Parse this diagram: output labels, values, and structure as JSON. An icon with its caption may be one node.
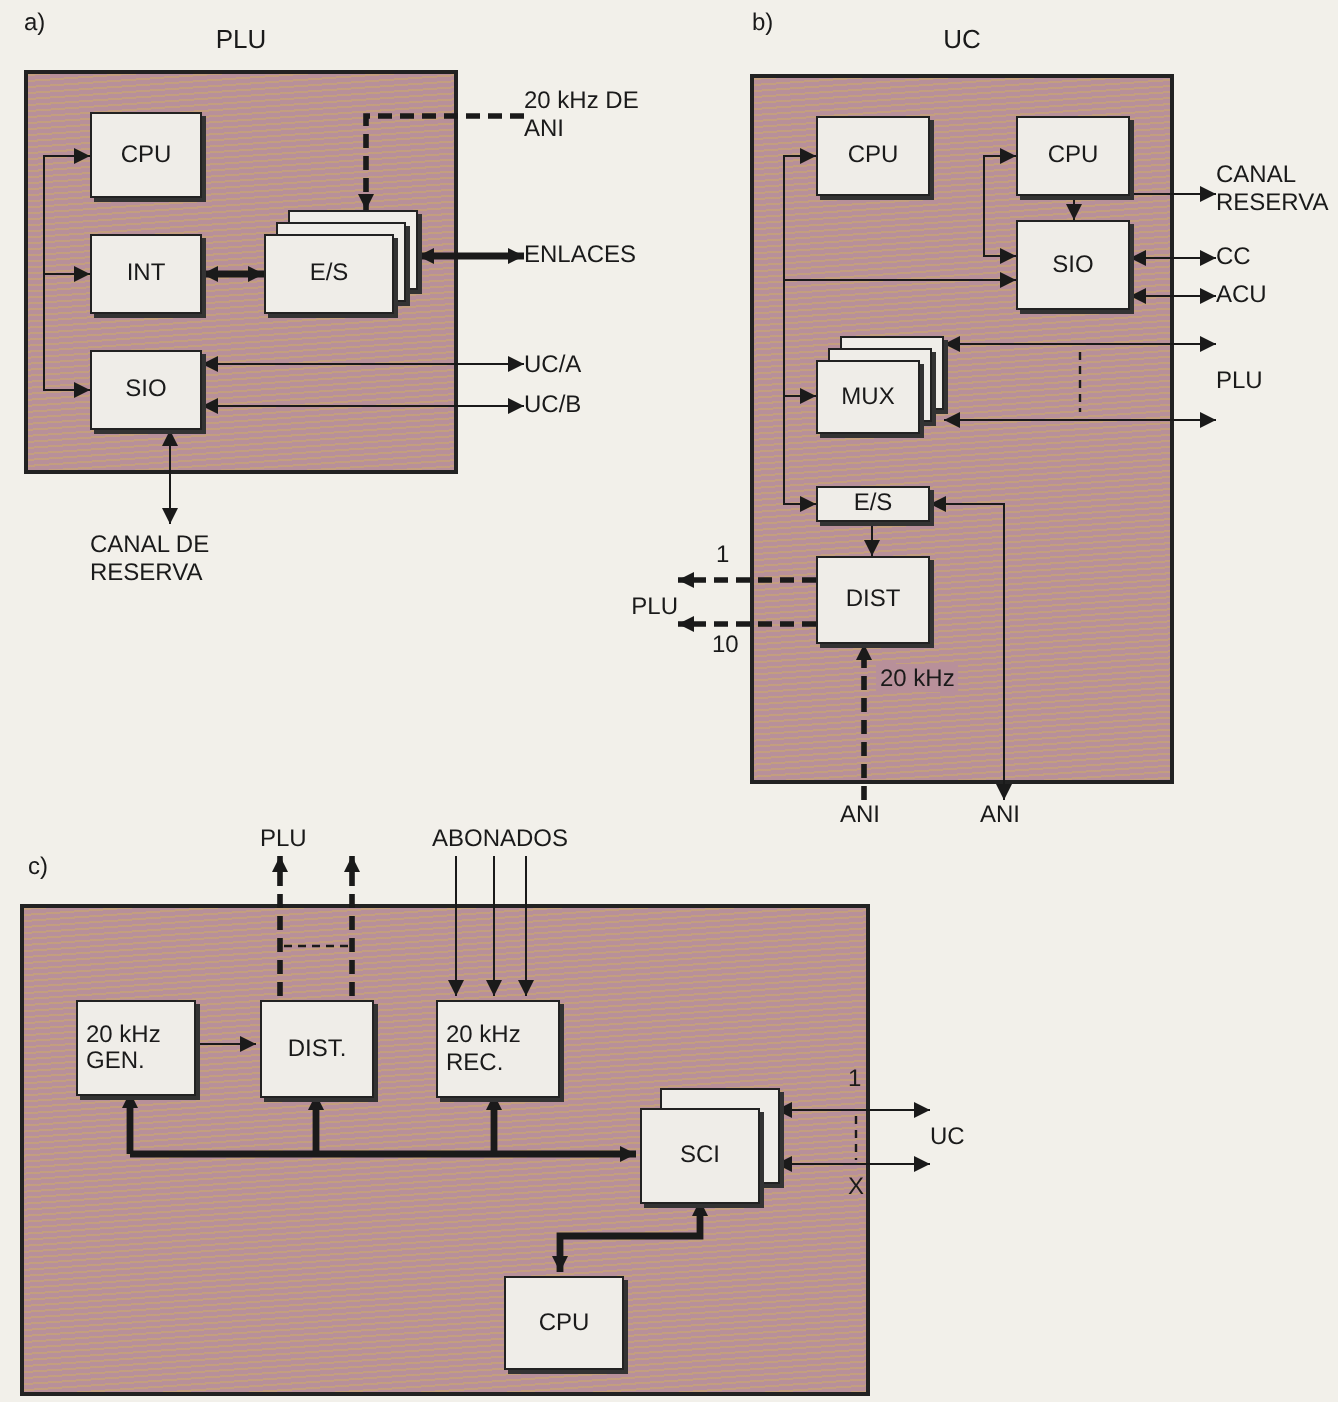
{
  "diagram": {
    "nodes": [
      {
        "text": [
          "PLU"
        ]
      },
      {
        "text": [
          "CPU"
        ],
        "in": 0
      },
      {
        "text": [
          "INT"
        ],
        "in": 0
      },
      {
        "text": [
          "E/S"
        ],
        "in": 0
      },
      {
        "text": [
          "SIO"
        ],
        "in": 0
      },
      {
        "text": [
          "20 kHz DE ANI"
        ]
      },
      {
        "text": [
          "ENLACES"
        ]
      },
      {
        "text": [
          "UC/A"
        ]
      },
      {
        "text": [
          "UC/B"
        ]
      },
      {
        "text": [
          "CANAL DE RESERVA"
        ]
      },
      {
        "text": [
          "UC"
        ]
      },
      {
        "text": [
          "CPU"
        ],
        "in": 10
      },
      {
        "text": [
          "CPU"
        ],
        "in": 10
      },
      {
        "text": [
          "SIO"
        ],
        "in": 10
      },
      {
        "text": [
          "MUX"
        ],
        "in": 10
      },
      {
        "text": [
          "E/S"
        ],
        "in": 10
      },
      {
        "text": [
          "DIST"
        ],
        "in": 10
      },
      {
        "text": [
          "CANAL RESERVA"
        ]
      },
      {
        "text": [
          "CC"
        ]
      },
      {
        "text": [
          "ACU"
        ]
      },
      {
        "text": [
          "PLU"
        ]
      },
      {
        "text": [
          "PLU"
        ]
      },
      {
        "text": [
          "ANI"
        ]
      },
      {
        "text": [
          "ANI"
        ]
      },
      {
        "text": [],
        "shape": "box"
      },
      {
        "text": [
          "20 kHz GEN."
        ],
        "in": 24
      },
      {
        "text": [
          "DIST."
        ],
        "in": 24
      },
      {
        "text": [
          "20 kHz REC."
        ],
        "in": 24
      },
      {
        "text": [
          "SCI"
        ],
        "in": 24
      },
      {
        "text": [
          "CPU"
        ],
        "in": 24
      },
      {
        "text": [
          "PLU"
        ]
      },
      {
        "text": [
          "ABONADOS"
        ]
      },
      {
        "text": [
          "UC"
        ]
      }
    ],
    "edges": [
      {
        "from": null,
        "to": 1,
        "arrow": "to"
      },
      {
        "from": null,
        "to": 2,
        "arrow": "to"
      },
      {
        "from": null,
        "to": 4,
        "arrow": "to"
      },
      {
        "from": 2,
        "to": 3,
        "arrow": "both",
        "style": "thick"
      },
      {
        "from": 5,
        "to": 3,
        "arrow": "to",
        "style": "dashed"
      },
      {
        "from": 3,
        "to": 6,
        "arrow": "both",
        "style": "thick"
      },
      {
        "from": 4,
        "to": 7,
        "arrow": "both"
      },
      {
        "from": 4,
        "to": 8,
        "arrow": "both"
      },
      {
        "from": 4,
        "to": 9,
        "arrow": "both"
      },
      {
        "from": null,
        "to": 11,
        "arrow": "to"
      },
      {
        "from": null,
        "to": 13,
        "arrow": "to"
      },
      {
        "from": null,
        "to": 14,
        "arrow": "to"
      },
      {
        "from": null,
        "to": 15,
        "arrow": "to"
      },
      {
        "from": 12,
        "to": 13,
        "arrow": "both"
      },
      {
        "from": 13,
        "to": 17,
        "arrow": "both"
      },
      {
        "from": 13,
        "to": 18,
        "arrow": "both"
      },
      {
        "from": 13,
        "to": 19,
        "arrow": "both"
      },
      {
        "from": 14,
        "to": 20,
        "arrow": "both"
      },
      {
        "from": 14,
        "to": 20,
        "arrow": "both"
      },
      {
        "from": 15,
        "to": 16,
        "arrow": "to"
      },
      {
        "from": 15,
        "to": 23,
        "arrow": "both"
      },
      {
        "from": 16,
        "to": 21,
        "arrow": "to",
        "style": "dashed",
        "label": "1"
      },
      {
        "from": 16,
        "to": 21,
        "arrow": "to",
        "style": "dashed",
        "label": "10"
      },
      {
        "from": 22,
        "to": 16,
        "arrow": "to",
        "style": "dashed",
        "label": "20 kHz"
      },
      {
        "from": 25,
        "to": 26,
        "arrow": "to"
      },
      {
        "from": 26,
        "to": 30,
        "arrow": "to",
        "style": "dashed"
      },
      {
        "from": 26,
        "to": 30,
        "arrow": "to",
        "style": "dashed"
      },
      {
        "from": 31,
        "to": 27,
        "arrow": "to"
      },
      {
        "from": 31,
        "to": 27,
        "arrow": "to"
      },
      {
        "from": 31,
        "to": 27,
        "arrow": "to"
      },
      {
        "from": null,
        "to": 25,
        "arrow": "to",
        "style": "thick"
      },
      {
        "from": null,
        "to": 26,
        "arrow": "to",
        "style": "thick"
      },
      {
        "from": null,
        "to": 27,
        "arrow": "to",
        "style": "thick"
      },
      {
        "from": null,
        "to": 28,
        "arrow": "to",
        "style": "thick"
      },
      {
        "from": 28,
        "to": 29,
        "arrow": "both",
        "style": "thick"
      },
      {
        "from": 28,
        "to": 32,
        "arrow": "both"
      },
      {
        "from": 28,
        "to": 32,
        "arrow": "both"
      }
    ],
    "labels": [
      "a)",
      "b)",
      "c)",
      "1",
      "X"
    ]
  }
}
